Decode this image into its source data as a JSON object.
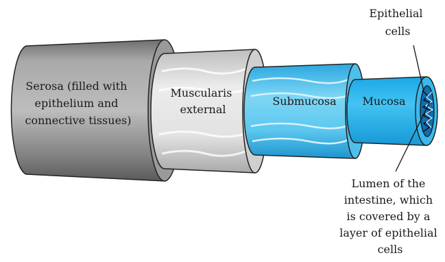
{
  "labels": {
    "serosa": [
      "Serosa (filled with",
      "epithelium and",
      "connective tissues)"
    ],
    "muscularis": [
      "Muscularis",
      "external"
    ],
    "submucosa": "Submucosa",
    "mucosa": "Mucosa",
    "epithelial": [
      "Epithelial",
      "cells"
    ],
    "lumen": [
      "Lumen of the",
      "intestine, which",
      "is covered by a",
      "layer of epithelial",
      "cells"
    ]
  },
  "colors": {
    "serosa": "#8f8f8f",
    "muscularis": "#d8d8d8",
    "submucosa": "#5ac8ef",
    "mucosa": "#29b6ec",
    "lumen": "#0f6fb0"
  }
}
